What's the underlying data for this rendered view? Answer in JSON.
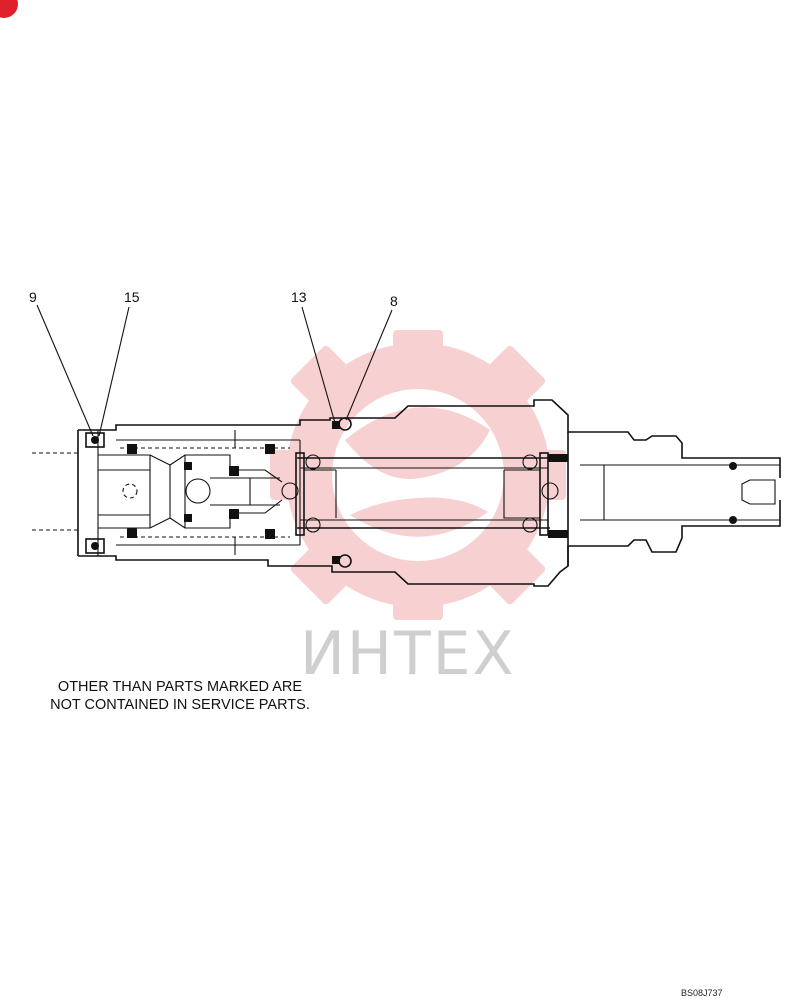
{
  "callouts": [
    {
      "id": "9",
      "label": "9"
    },
    {
      "id": "15",
      "label": "15"
    },
    {
      "id": "13",
      "label": "13"
    },
    {
      "id": "8",
      "label": "8"
    }
  ],
  "note": {
    "line1": "OTHER THAN PARTS MARKED ARE",
    "line2": "NOT CONTAINED IN SERVICE PARTS."
  },
  "drawing_code": "BS08J737",
  "watermark": {
    "text": "ИНТЕХ",
    "logo_color": "#f6c9cb"
  },
  "corner_mark_color": "#e0202a"
}
